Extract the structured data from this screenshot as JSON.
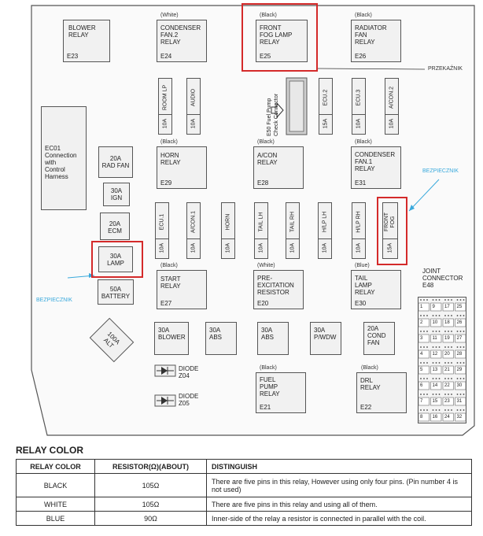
{
  "annotations": {
    "przekaznik": "PRZEKAŹNIK",
    "bezpiecznik_right": "BEZPIECZNIK",
    "bezpiecznik_left": "BEZPIECZNIK"
  },
  "relays": [
    {
      "id": "e23",
      "label": "BLOWER\nRELAY",
      "code": "E23",
      "tag": ""
    },
    {
      "id": "e24",
      "label": "CONDENSER\nFAN.2\nRELAY",
      "code": "E24",
      "tag": "(White)"
    },
    {
      "id": "e25",
      "label": "FRONT\nFOG LAMP\nRELAY",
      "code": "E25",
      "tag": "(Black)"
    },
    {
      "id": "e26",
      "label": "RADIATOR\nFAN\nRELAY",
      "code": "E26",
      "tag": "(Black)"
    },
    {
      "id": "e29",
      "label": "HORN\nRELAY",
      "code": "E29",
      "tag": "(Black)"
    },
    {
      "id": "e28",
      "label": "A/CON\nRELAY",
      "code": "E28",
      "tag": "(Black)"
    },
    {
      "id": "e31",
      "label": "CONDENSER\nFAN.1\nRELAY",
      "code": "E31",
      "tag": "(Black)"
    },
    {
      "id": "e27",
      "label": "START\nRELAY",
      "code": "E27",
      "tag": "(Black)"
    },
    {
      "id": "e20",
      "label": "PRE-\nEXCITATION\nRESISTOR",
      "code": "E20",
      "tag": "(White)"
    },
    {
      "id": "e30",
      "label": "TAIL\nLAMP\nRELAY",
      "code": "E30",
      "tag": "(Blue)"
    },
    {
      "id": "e21",
      "label": "FUEL\nPUMP\nRELAY",
      "code": "E21",
      "tag": "(Black)"
    },
    {
      "id": "e22",
      "label": "DRL\nRELAY",
      "code": "E22",
      "tag": "(Black)"
    }
  ],
  "ec01_label": "EC01\nConnection\nwith\nControl\nHarness",
  "e50_label": "E50 Fuel Pump\nCheck Connector",
  "fuses_top": [
    {
      "id": "room_lp",
      "name": "ROOM LP",
      "amp": "10A"
    },
    {
      "id": "audio",
      "name": "AUDIO",
      "amp": "10A"
    },
    {
      "id": "ecu2",
      "name": "ECU.2",
      "amp": "15A"
    },
    {
      "id": "ecu3",
      "name": "ECU.3",
      "amp": "10A"
    },
    {
      "id": "acon2",
      "name": "A/CON.2",
      "amp": "10A"
    }
  ],
  "fuses_mid": [
    {
      "id": "ecu1",
      "name": "ECU.1",
      "amp": "10A"
    },
    {
      "id": "acon1",
      "name": "A/CON.1",
      "amp": "10A"
    },
    {
      "id": "horn",
      "name": "HORN",
      "amp": "10A"
    },
    {
      "id": "tail_lh",
      "name": "TAIL LH",
      "amp": "10A"
    },
    {
      "id": "tail_rh",
      "name": "TAIL RH",
      "amp": "10A"
    },
    {
      "id": "hlp_lh",
      "name": "H/LP LH",
      "amp": "10A"
    },
    {
      "id": "hlp_rh",
      "name": "H/LP RH",
      "amp": "10A"
    },
    {
      "id": "front_fog",
      "name": "FRONT\nFOG",
      "amp": "15A"
    }
  ],
  "left_fuses": [
    {
      "id": "rad_fan",
      "label": "20A\nRAD FAN"
    },
    {
      "id": "ign",
      "label": "30A\nIGN"
    },
    {
      "id": "ecm",
      "label": "20A\nECM"
    },
    {
      "id": "lamp",
      "label": "30A\nLAMP"
    },
    {
      "id": "battery",
      "label": "50A\nBATTERY"
    }
  ],
  "alt_fuse": "100A\nALT",
  "bottom_fuses": [
    {
      "id": "blower",
      "label": "30A\nBLOWER"
    },
    {
      "id": "abs1",
      "label": "30A\nABS"
    },
    {
      "id": "abs2",
      "label": "30A\nABS"
    },
    {
      "id": "pwdw",
      "label": "30A\nP/WDW"
    },
    {
      "id": "cond_fan",
      "label": "20A\nCOND\nFAN"
    }
  ],
  "diodes": [
    {
      "id": "z04",
      "label": "DIODE\nZ04"
    },
    {
      "id": "z05",
      "label": "DIODE\nZ05"
    }
  ],
  "joint_connector": {
    "label": "JOINT\nCONNECTOR\nE48",
    "pins": [
      [
        "1",
        "9",
        "17",
        "25"
      ],
      [
        "2",
        "10",
        "18",
        "26"
      ],
      [
        "3",
        "11",
        "19",
        "27"
      ],
      [
        "4",
        "12",
        "20",
        "28"
      ],
      [
        "5",
        "13",
        "21",
        "29"
      ],
      [
        "6",
        "14",
        "22",
        "30"
      ],
      [
        "7",
        "15",
        "23",
        "31"
      ],
      [
        "8",
        "16",
        "24",
        "32"
      ]
    ]
  },
  "relay_color": {
    "title": "RELAY COLOR",
    "headers": [
      "RELAY COLOR",
      "RESISTOR(Ω)(ABOUT)",
      "DISTINGUISH"
    ],
    "rows": [
      {
        "color": "BLACK",
        "resistor": "105Ω",
        "distinguish": "There are five pins in this relay, However using only four pins. (Pin number 4 is not used)"
      },
      {
        "color": "WHITE",
        "resistor": "105Ω",
        "distinguish": "There are five pins in this relay and using all of them."
      },
      {
        "color": "BLUE",
        "resistor": "90Ω",
        "distinguish": "Inner-side of the relay a resistor is connected in parallel with the coil."
      }
    ]
  },
  "colors": {
    "highlight": "#d42a2a",
    "annotation_blue": "#39a9dc"
  }
}
